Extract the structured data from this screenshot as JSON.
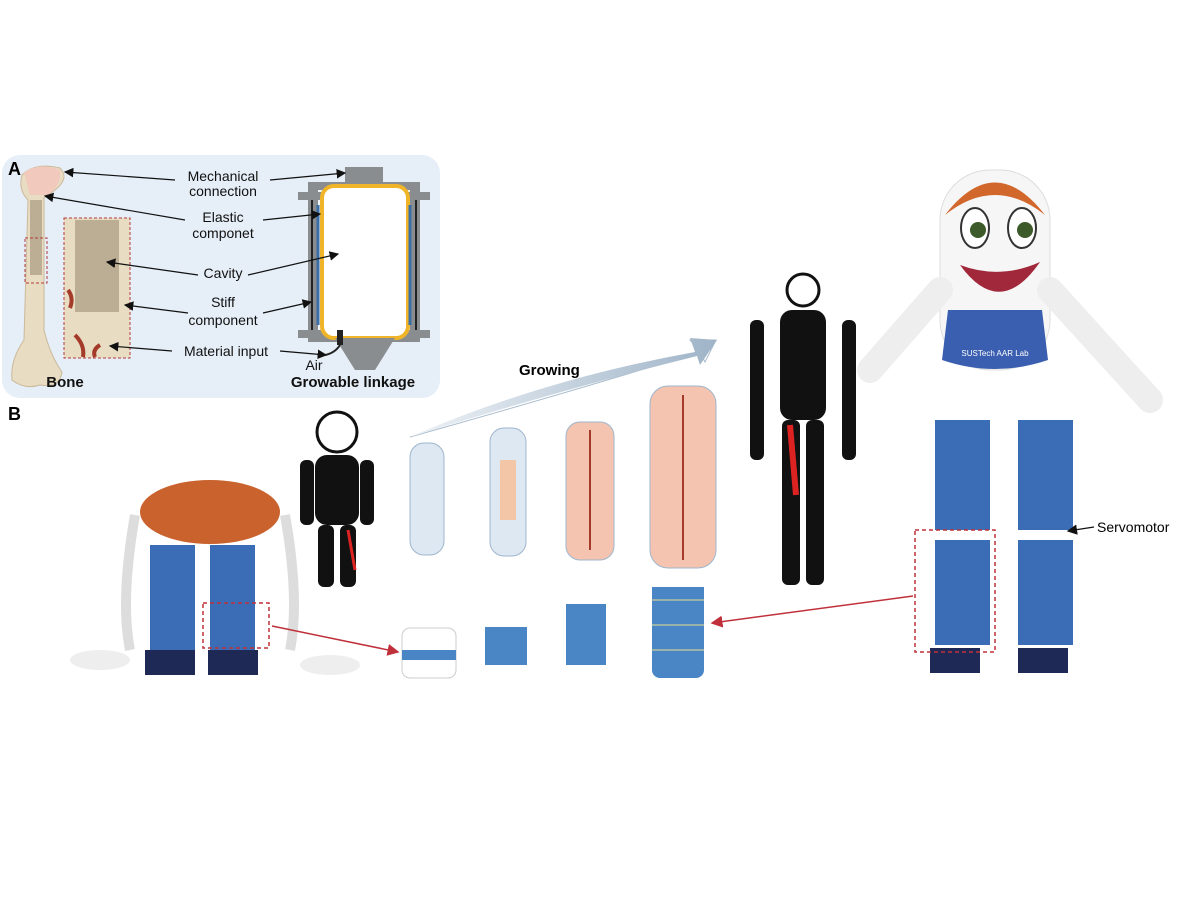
{
  "panel_a": {
    "letter": "A",
    "labels": {
      "mechanical_1": "Mechanical",
      "mechanical_2": "connection",
      "elastic_1": "Elastic",
      "elastic_2": "componet",
      "cavity": "Cavity",
      "stiff_1": "Stiff",
      "stiff_2": "component",
      "material": "Material input",
      "air": "Air"
    },
    "captions": {
      "bone": "Bone",
      "linkage": "Growable linkage"
    }
  },
  "panel_b": {
    "letter": "B",
    "growing": "Growing",
    "servomotor": "Servomotor",
    "robot_logo": "SUSTech AAR Lab"
  },
  "colors": {
    "panel_bg": "#e6eef7",
    "bone": "#e8dcc3",
    "frame": "#8a8d90",
    "elastic": "#f0b429",
    "highlight_red": "#c0392b",
    "arrow_blue": "#a9bccd",
    "robot_blue": "#3a6db5"
  }
}
